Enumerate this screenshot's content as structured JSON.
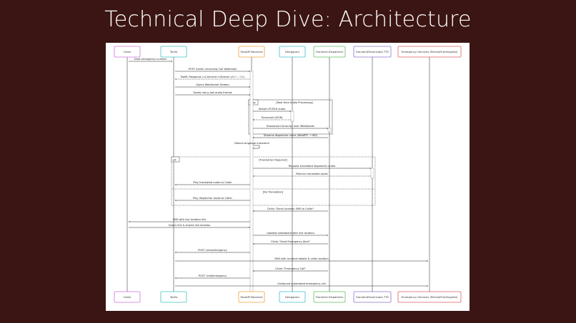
{
  "slide": {
    "title": "Technical Deep Dive: Architecture"
  },
  "participants": [
    {
      "id": "caller",
      "label": "Caller",
      "color": "#d070e0"
    },
    {
      "id": "twilio",
      "label": "Twilio",
      "color": "#40c0c0"
    },
    {
      "id": "backend",
      "label": "FastAPI Backend",
      "color": "#f0a040"
    },
    {
      "id": "deepgram",
      "label": "Deepgram",
      "color": "#40c0d0"
    },
    {
      "id": "frontend",
      "label": "Frontend Dispatcher",
      "color": "#60c060"
    },
    {
      "id": "tts",
      "label": "Sarvam/ElevenLabs TTS",
      "color": "#9070d0"
    },
    {
      "id": "emergency",
      "label": "Emergency Services (Police/Fire/Hospital)",
      "color": "#e06060"
    }
  ],
  "messages": [
    {
      "from": "caller",
      "to": "twilio",
      "text": "Dials emergency number",
      "dashed": false
    },
    {
      "from": "twilio",
      "to": "backend",
      "text": "POST /twiml (Incoming Call Webhook)",
      "dashed": false
    },
    {
      "from": "backend",
      "to": "twilio",
      "text": "TwiML Response (<Connect><Stream url=\"...\"/>)",
      "dashed": true
    },
    {
      "from": "twilio",
      "to": "backend",
      "text": "Opens WebSocket Stream",
      "dashed": false
    },
    {
      "from": "twilio",
      "to": "backend",
      "text": "Sends raw μ-law audio frames",
      "dashed": false
    },
    {
      "from": "backend",
      "to": "deepgram",
      "text": "Stream PCM16 audio",
      "dashed": false
    },
    {
      "from": "deepgram",
      "to": "backend",
      "text": "Transcript (JSON)",
      "dashed": true
    },
    {
      "from": "backend",
      "to": "frontend",
      "text": "Broadcast transcript over WebSocket",
      "dashed": false
    },
    {
      "from": "frontend",
      "to": "backend",
      "text": "Streams dispatcher voice (WebRTC → WS)",
      "dashed": false
    },
    {
      "from": "backend",
      "to": "backend",
      "text": "Detect language mismatch",
      "dashed": false
    },
    {
      "from": "backend",
      "to": "tts",
      "text": "Request translated dispatcher audio",
      "dashed": false
    },
    {
      "from": "tts",
      "to": "backend",
      "text": "Returns translated audio",
      "dashed": true
    },
    {
      "from": "backend",
      "to": "twilio",
      "text": "Play translated audio to Caller",
      "dashed": false
    },
    {
      "from": "backend",
      "to": "twilio",
      "text": "Play dispatcher audio to Caller",
      "dashed": false
    },
    {
      "from": "frontend",
      "to": "backend",
      "text": "Clicks \"Send Location SMS to Caller\"",
      "dashed": false
    },
    {
      "from": "backend",
      "to": "caller",
      "text": "SMS with live location link",
      "dashed": false
    },
    {
      "from": "caller",
      "to": "backend",
      "text": "Opens link & shares live location",
      "dashed": false
    },
    {
      "from": "backend",
      "to": "frontend",
      "text": "Updates dashboard with live location",
      "dashed": false
    },
    {
      "from": "frontend",
      "to": "backend",
      "text": "Clicks \"Send Emergency Alert\"",
      "dashed": false
    },
    {
      "from": "backend",
      "to": "twilio",
      "text": "POST /sms/emergency",
      "dashed": false
    },
    {
      "from": "twilio",
      "to": "emergency",
      "text": "SMS with incident details & caller location",
      "dashed": false
    },
    {
      "from": "frontend",
      "to": "backend",
      "text": "Clicks \"Emergency Call\"",
      "dashed": false
    },
    {
      "from": "backend",
      "to": "twilio",
      "text": "POST /call/emergency",
      "dashed": false
    },
    {
      "from": "twilio",
      "to": "emergency",
      "text": "Outbound automated emergency call",
      "dashed": false
    }
  ],
  "fragments": {
    "loop": {
      "tag": "loop",
      "guard": "[Real-time Audio Processing]"
    },
    "alt": {
      "tag": "alt",
      "guard1": "[Translation Required]",
      "guard2": "[No Translation]"
    }
  }
}
